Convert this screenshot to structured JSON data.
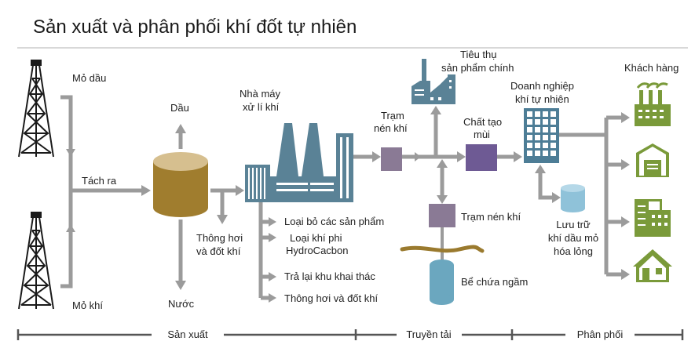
{
  "title": "Sản xuất và phân phối khí đốt tự nhiên",
  "labels": {
    "oil_well": "Mỏ dầu",
    "gas_well": "Mỏ khí",
    "separate": "Tách ra",
    "oil": "Dầu",
    "water": "Nước",
    "vent1": [
      "Thông hơi",
      "và đốt khí"
    ],
    "plant": [
      "Nhà máy",
      "xử lí khí"
    ],
    "plant_outputs": [
      "Loại bỏ các sản phẩm",
      "Loại khí phi",
      "HydroCacbon",
      "Trả lại khu khai thác",
      "Thông hơi và đốt khí"
    ],
    "compressor1": [
      "Trạm",
      "nén khí"
    ],
    "consumption": [
      "Tiêu thụ",
      "sản phẩm chính"
    ],
    "odorant": [
      "Chất tạo",
      "mùi"
    ],
    "compressor2": "Trạm nén khí",
    "underground": "Bể chứa ngầm",
    "utility": [
      "Doanh nghiệp",
      "khí tự nhiên"
    ],
    "lpg": [
      "Lưu trữ",
      "khí dầu mỏ",
      "hóa lỏng"
    ],
    "customers": "Khách hàng"
  },
  "stages": [
    "Sản xuất",
    "Truyền tải",
    "Phân phối"
  ],
  "colors": {
    "pipe": "#9b9b9b",
    "tank_body": "#a07d2e",
    "tank_top": "#d6bf8f",
    "plant": "#5a8296",
    "compressor": "#8a7a95",
    "odorant": "#6e5a94",
    "utility": "#4d7d96",
    "lpg": "#8fc2d9",
    "underground": "#6ba7bf",
    "customer": "#7a9a3a",
    "ground": "#9a7a2e"
  }
}
